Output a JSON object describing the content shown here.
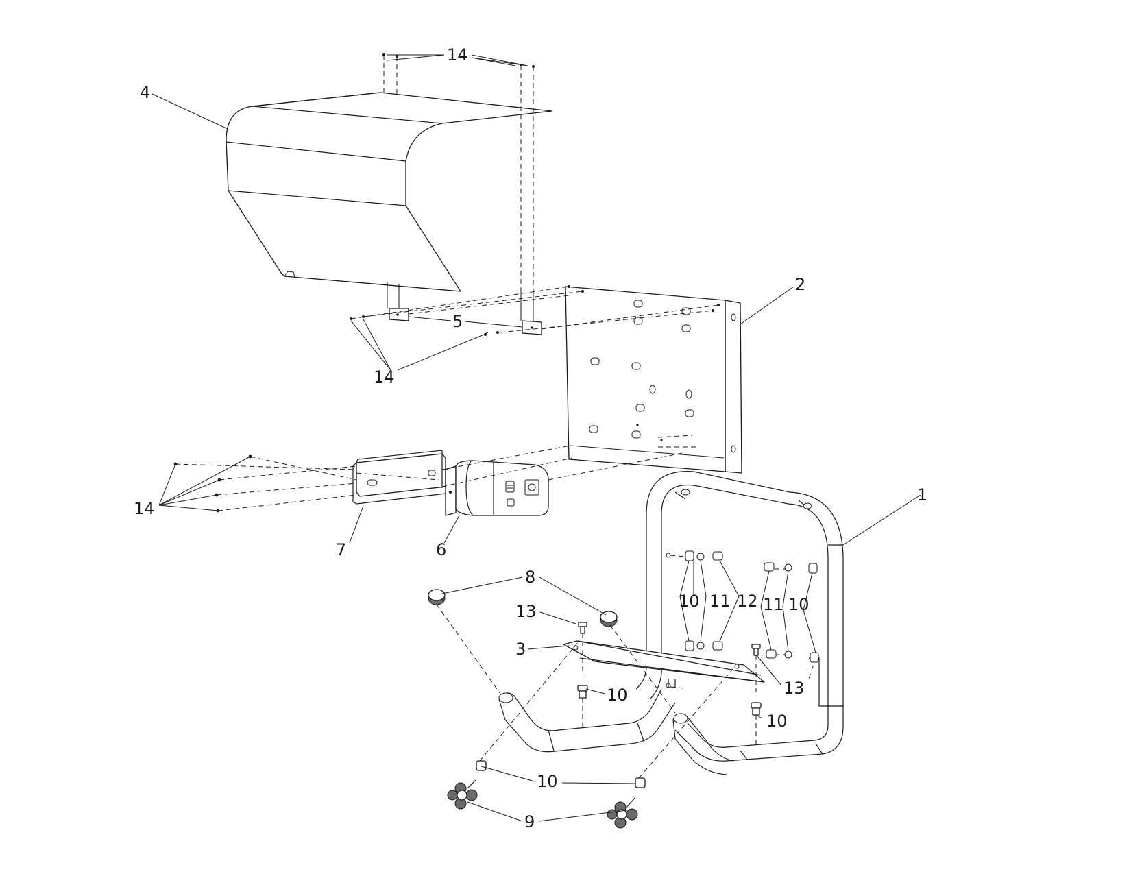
{
  "callouts": [
    "1",
    "2",
    "3",
    "4",
    "5",
    "6",
    "7",
    "8",
    "9",
    "10",
    "11",
    "12",
    "13",
    "14"
  ],
  "colors": {
    "line": "#1a1a1a",
    "background": "#ffffff"
  }
}
